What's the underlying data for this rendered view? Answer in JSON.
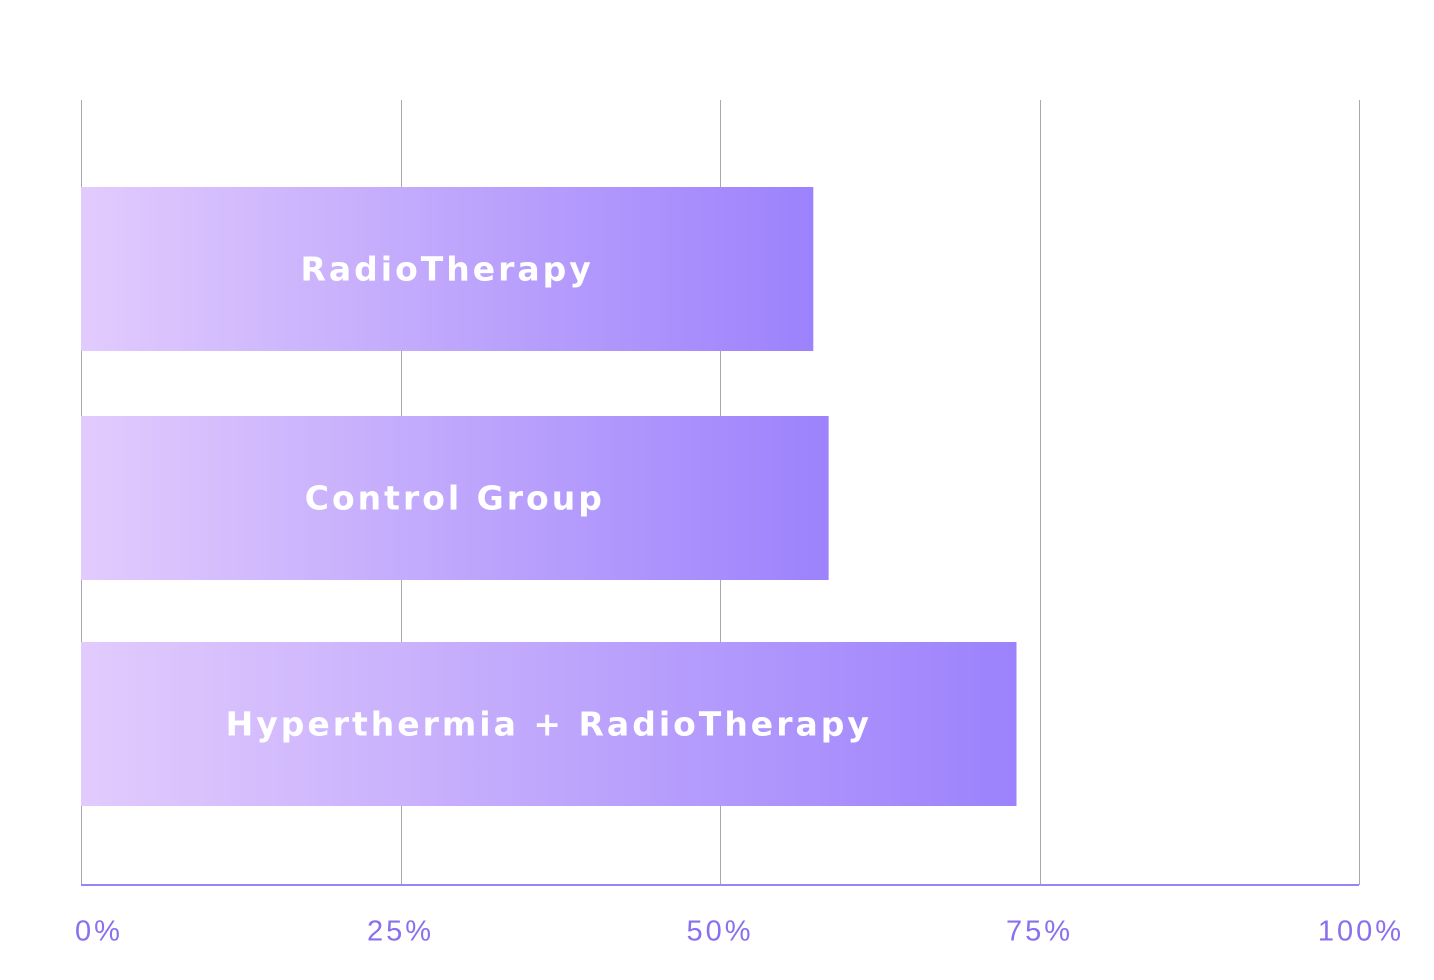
{
  "chart_data": {
    "type": "bar",
    "orientation": "horizontal",
    "categories": [
      "RadioTherapy",
      "Control Group",
      "Hyperthermia + RadioTherapy"
    ],
    "values": [
      57.3,
      58.5,
      73.2
    ],
    "xlim": [
      0,
      100
    ],
    "x_ticks": [
      0,
      25,
      50,
      75,
      100
    ],
    "x_tick_labels": [
      "0%",
      "25%",
      "50%",
      "75%",
      "100%"
    ],
    "grid": true,
    "legend": "none",
    "bar_label_position": "inside-center"
  },
  "colors": {
    "bar_gradient_start": "#e2cbfd",
    "bar_gradient_end": "#9c82fc",
    "axis": "#9b82f5",
    "tick_label": "#8a70ee",
    "gridline": "#a8a8b0",
    "bar_label": "#ffffff"
  }
}
